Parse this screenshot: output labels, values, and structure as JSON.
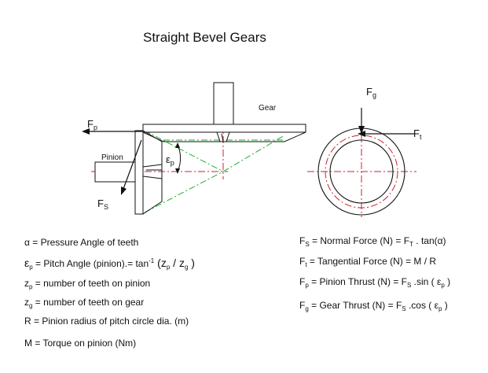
{
  "title": "Straight Bevel Gears",
  "labels": {
    "gear": "Gear",
    "pinion": "Pinion",
    "fp_main": "F",
    "fp_sub": "p",
    "fs_main": "F",
    "fs_sub": "S",
    "eps_main": "ε",
    "eps_sub": "p",
    "fg_main": "F",
    "fg_sub": "g",
    "ft_main": "F",
    "ft_sub": "t"
  },
  "legend_left": {
    "alpha": {
      "sym": "α",
      "text": " = Pressure Angle of teeth"
    },
    "eps": {
      "sym": "ε",
      "sub": "p",
      "text": " = Pitch Angle (pinion).= tan",
      "sup": "-1",
      "open": " (z",
      "zp_sub": "p",
      "slash": " / z",
      "zg_sub": "g",
      "close": " )"
    },
    "zp": {
      "sym": "z",
      "sub": "p",
      "text": " = number of teeth on pinion"
    },
    "zg": {
      "sym": "z",
      "sub": "g",
      "text": " = number of teeth on gear"
    },
    "r": {
      "text": "R = Pinion radius of pitch circle dia. (m)"
    },
    "m": {
      "text": "M = Torque on pinion  (Nm)"
    }
  },
  "legend_right": {
    "fs": {
      "sym": "F",
      "sub": "S",
      "text": " = Normal  Force  (N)  = F",
      "sub2": "T",
      "text2": " . tan(α)"
    },
    "ft": {
      "sym": "F",
      "sub": "t",
      "text": " = Tangential Force  (N) = M / R"
    },
    "fp": {
      "sym": "F",
      "sub": "p",
      "text": " = Pinion Thrust (N) = F",
      "sub2": "S",
      "text2": " .sin",
      "open": " ( ε",
      "sub3": "p",
      "close": " )"
    },
    "fg": {
      "sym": "F",
      "sub": "g",
      "text": " = Gear Thrust (N) = F",
      "sub2": "S",
      "text2": " .cos",
      "open": " ( ε",
      "sub3": "p",
      "close": " )"
    }
  },
  "colors": {
    "line": "#111111",
    "centerline": "#cc2233",
    "pitch": "#22aa33",
    "label_bg": "#f2ecec"
  }
}
